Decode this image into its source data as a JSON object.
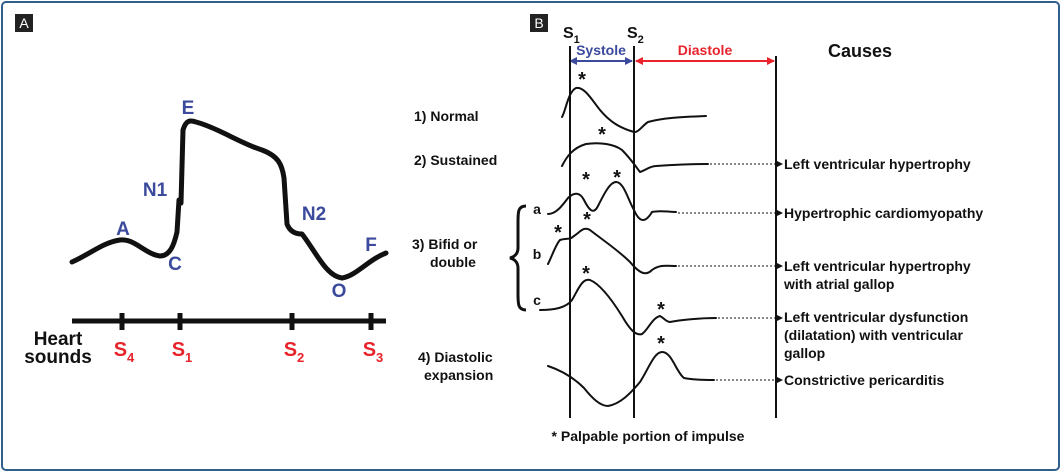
{
  "panel_a": {
    "tag": "A",
    "points": {
      "a": "A",
      "c": "C",
      "e": "E",
      "n1": "N1",
      "n2": "N2",
      "o": "O",
      "f": "F"
    },
    "axis_label_line1": "Heart",
    "axis_label_line2": "sounds",
    "sounds": {
      "s4": "S",
      "s4_sub": "4",
      "s1": "S",
      "s1_sub": "1",
      "s2": "S",
      "s2_sub": "2",
      "s3": "S",
      "s3_sub": "3"
    },
    "colors": {
      "point_labels": "#3b4a9c",
      "heart_sounds": "#e8232b"
    }
  },
  "panel_b": {
    "tag": "B",
    "s1": "S",
    "s1_sub": "1",
    "s2": "S",
    "s2_sub": "2",
    "systole": "Systole",
    "diastole": "Diastole",
    "causes_title": "Causes",
    "rows": {
      "normal": "1) Normal",
      "sustained": "2) Sustained",
      "bifid_line1": "3) Bifid or",
      "bifid_line2": "double",
      "sub_a": "a",
      "sub_b": "b",
      "sub_c": "c",
      "diastolic_line1": "4) Diastolic",
      "diastolic_line2": "expansion"
    },
    "causes": {
      "lvh": "Left ventricular hypertrophy",
      "hcm": "Hypertrophic cardiomyopathy",
      "lvh_gallop_line1": "Left ventricular hypertrophy",
      "lvh_gallop_line2": "with atrial gallop",
      "lvd_line1": "Left ventricular dysfunction",
      "lvd_line2": "(dilatation) with ventricular",
      "lvd_line3": "gallop",
      "cp": "Constrictive pericarditis"
    },
    "star": "*",
    "footnote": "* Palpable portion of impulse",
    "colors": {
      "systole": "#3b4a9c",
      "diastole": "#e8232b"
    }
  }
}
